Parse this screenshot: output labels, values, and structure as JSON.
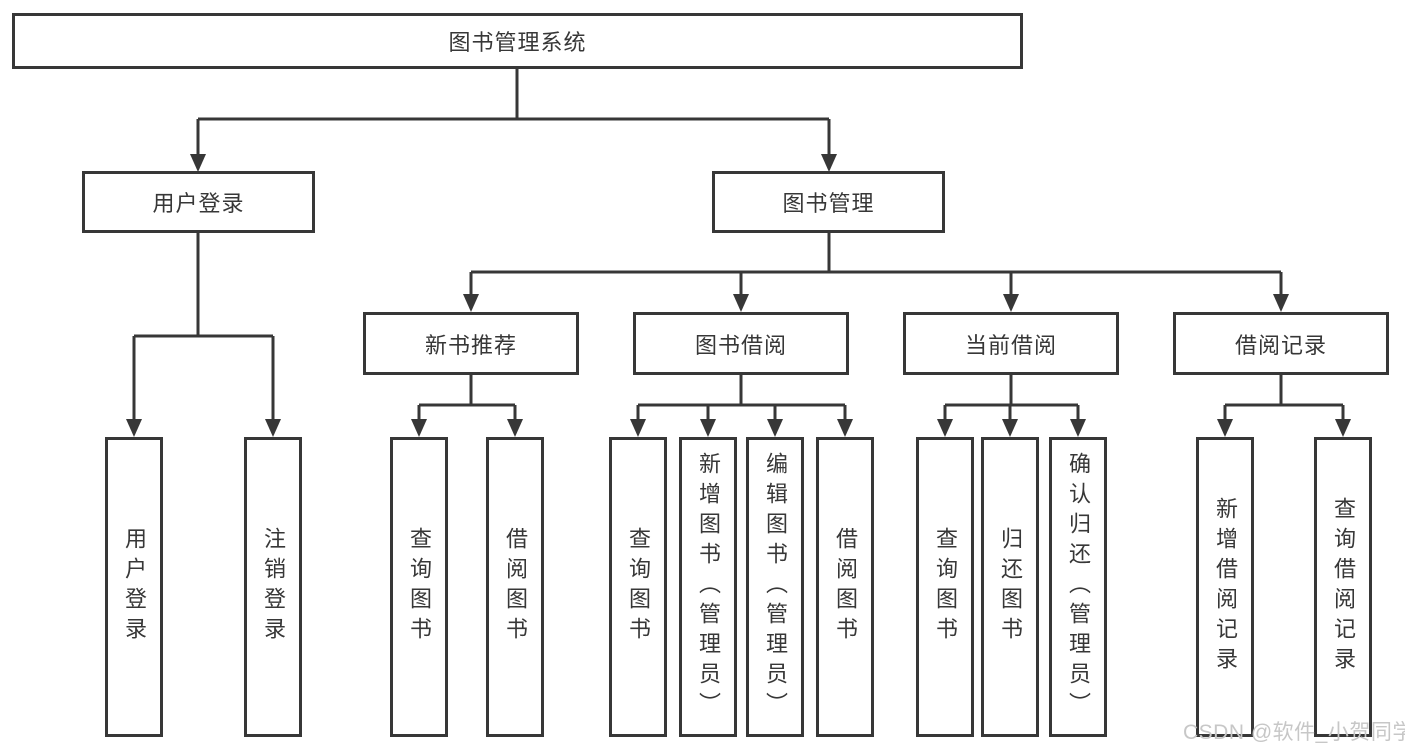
{
  "tree": {
    "label": "图书管理系统",
    "children": [
      {
        "label": "用户登录",
        "children": [
          {
            "label": "用户登录"
          },
          {
            "label": "注销登录"
          }
        ]
      },
      {
        "label": "图书管理",
        "children": [
          {
            "label": "新书推荐",
            "children": [
              {
                "label": "查询图书"
              },
              {
                "label": "借阅图书"
              }
            ]
          },
          {
            "label": "图书借阅",
            "children": [
              {
                "label": "查询图书"
              },
              {
                "label": "新增图书（管理员）"
              },
              {
                "label": "编辑图书（管理员）"
              },
              {
                "label": "借阅图书"
              }
            ]
          },
          {
            "label": "当前借阅",
            "children": [
              {
                "label": "查询图书"
              },
              {
                "label": "归还图书"
              },
              {
                "label": "确认归还（管理员）"
              }
            ]
          },
          {
            "label": "借阅记录",
            "children": [
              {
                "label": "新增借阅记录"
              },
              {
                "label": "查询借阅记录"
              }
            ]
          }
        ]
      }
    ]
  },
  "watermark": {
    "text": "CSDN @软件_小贺同学"
  },
  "colors": {
    "line": "#373737",
    "text": "#373737",
    "watermark": "#c7c7c7",
    "background": "#ffffff"
  }
}
